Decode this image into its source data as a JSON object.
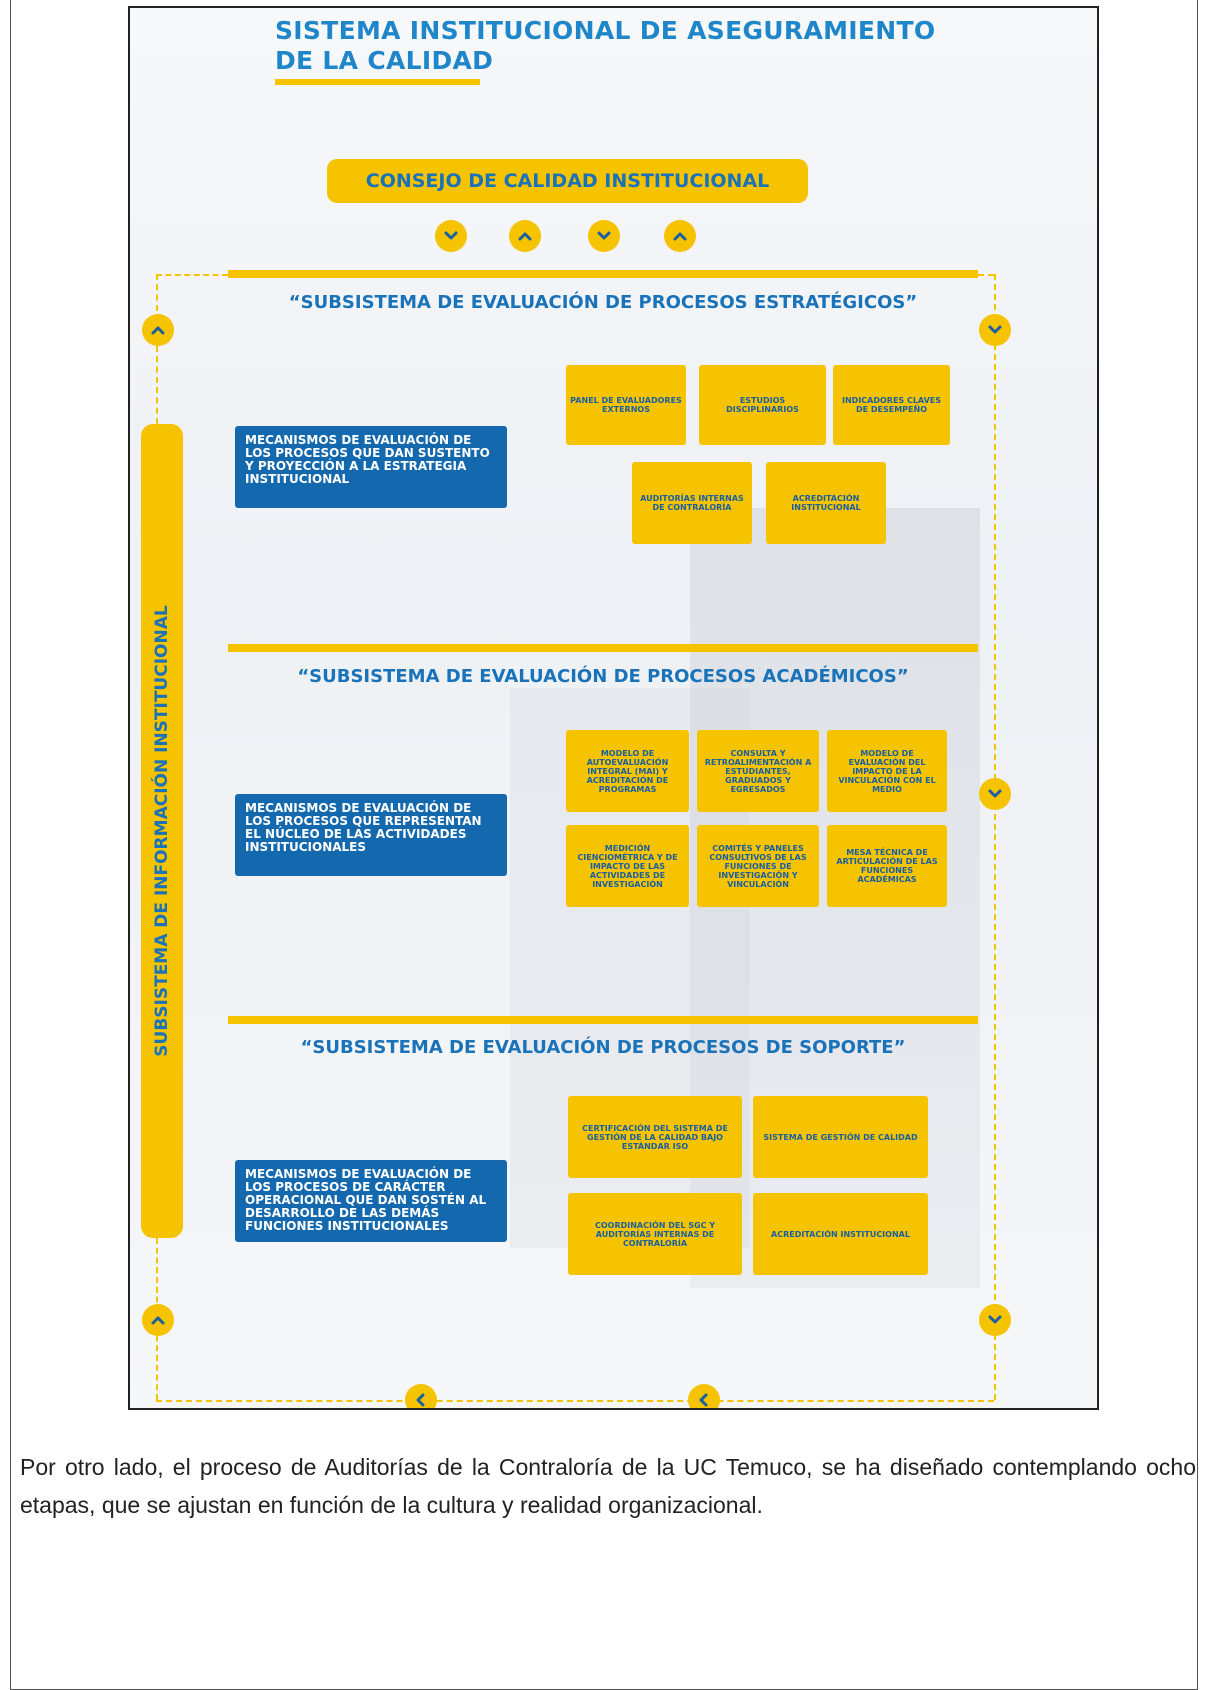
{
  "diagram": {
    "title_line1": "SISTEMA INSTITUCIONAL DE ASEGURAMIENTO",
    "title_line2": "DE LA CALIDAD",
    "consejo": "CONSEJO DE CALIDAD INSTITUCIONAL",
    "side_label": "SUBSISTEMA DE INFORMACIÓN INSTITUCIONAL",
    "sections": [
      {
        "title": "“SUBSISTEMA DE EVALUACIÓN DE PROCESOS ESTRATÉGICOS”",
        "mechanism": "MECANISMOS DE EVALUACIÓN DE LOS PROCESOS QUE DAN SUSTENTO Y PROYECCIÓN A LA ESTRATEGIA INSTITUCIONAL",
        "boxes": [
          "PANEL DE EVALUADORES EXTERNOS",
          "ESTUDIOS DISCIPLINARIOS",
          "INDICADORES CLAVES DE DESEMPEÑO",
          "AUDITORÍAS INTERNAS DE CONTRALORÍA",
          "ACREDITACIÓN INSTITUCIONAL"
        ]
      },
      {
        "title": "“SUBSISTEMA DE EVALUACIÓN DE PROCESOS ACADÉMICOS”",
        "mechanism": "MECANISMOS DE EVALUACIÓN DE LOS PROCESOS QUE REPRESENTAN EL NÚCLEO DE LAS ACTIVIDADES INSTITUCIONALES",
        "boxes": [
          "MODELO DE AUTOEVALUACIÓN INTEGRAL (MAI) Y ACREDITACIÓN DE PROGRAMAS",
          "CONSULTA Y RETROALIMENTACIÓN A ESTUDIANTES, GRADUADOS Y EGRESADOS",
          "MODELO DE EVALUACIÓN DEL IMPACTO DE LA VINCULACIÓN CON EL MEDIO",
          "MEDICIÓN CIENCIOMÉTRICA Y DE IMPACTO DE LAS ACTIVIDADES DE INVESTIGACIÓN",
          "COMITÉS Y PANELES CONSULTIVOS DE LAS FUNCIONES DE INVESTIGACIÓN Y VINCULACIÓN",
          "MESA TÉCNICA DE ARTICULACIÓN DE LAS FUNCIONES ACADÉMICAS"
        ]
      },
      {
        "title": "“SUBSISTEMA DE EVALUACIÓN DE PROCESOS DE SOPORTE”",
        "mechanism": "MECANISMOS DE EVALUACIÓN DE LOS PROCESOS DE CARÁCTER OPERACIONAL QUE DAN SOSTÉN AL DESARROLLO DE LAS DEMÁS FUNCIONES INSTITUCIONALES",
        "boxes": [
          "CERTIFICACIÓN DEL SISTEMA DE GESTIÓN DE LA CALIDAD BAJO ESTÁNDAR ISO",
          "SISTEMA DE GESTIÓN DE CALIDAD",
          "COORDINACIÓN DEL SGC Y AUDITORÍAS INTERNAS DE CONTRALORÍA",
          "ACREDITACIÓN INSTITUCIONAL"
        ]
      }
    ],
    "colors": {
      "yellow": "#f6c300",
      "blue": "#1468ae",
      "title_blue": "#1f86c9"
    }
  },
  "caption": "Por otro lado, el proceso de Auditorías de la Contraloría de la UC Temuco, se ha diseñado contemplando ocho etapas, que se ajustan en función de la cultura y realidad organizacional."
}
